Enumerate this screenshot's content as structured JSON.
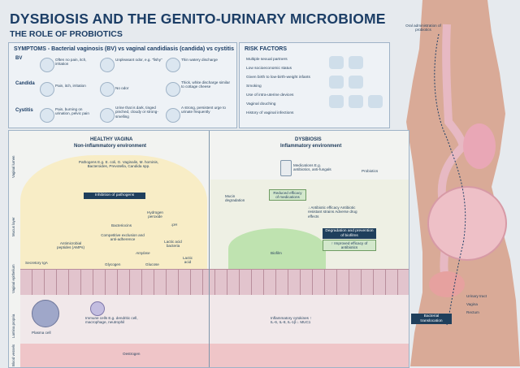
{
  "header": {
    "title": "DYSBIOSIS AND THE GENITO-URINARY MICROBIOME",
    "subtitle": "THE ROLE OF PROBIOTICS"
  },
  "symptoms": {
    "heading": "SYMPTOMS - Bacterial vaginosis (BV) vs vaginal candidiasis (candida) vs cystitis",
    "rows": [
      {
        "label": "BV",
        "cells": [
          "Often no pain, itch, irritation",
          "Unpleasant odor, e.g. \"fishy\"",
          "Thin watery discharge"
        ]
      },
      {
        "label": "Candida",
        "cells": [
          "Pain, itch, irritation",
          "No odor",
          "Thick, white discharge similar to cottage cheese"
        ]
      },
      {
        "label": "Cystitis",
        "cells": [
          "Pain, burning on urination, pelvic pain",
          "Urine that is dark, tinged pinched, cloudy or strong-smelling",
          "A strong, persistent urge to urinate frequently"
        ]
      }
    ]
  },
  "risk": {
    "heading": "RISK FACTORS",
    "items": [
      "Multiple sexual partners",
      "Low socioeconomic status",
      "Given birth to low-birth-weight infants",
      "Smoking",
      "Use of intra-uterine devices",
      "Vaginal douching",
      "History of vaginal infections"
    ]
  },
  "oral": {
    "label": "Oral administration of probiotics"
  },
  "healthy": {
    "title": "HEALTHY VAGINA",
    "subtitle": "Non-inflammatory environment",
    "pathogens": "Pathogens E.g. E. coli, G. Vaginalis, M. hominis, Bacteroides, Prevotella, Candida spp.",
    "inhibition": "Inhibition of pathogens",
    "hydrogen": "Hydrogen peroxide",
    "bacteriocins": "Bacteriocins",
    "ph": "↓pH",
    "competitive": "Competitive exclusion and anti-adherence",
    "lab": "Lactic acid bacteria",
    "amps": "Antimicrobial peptides (AMPs)",
    "amylase": "Amylase",
    "glycogen": "Glycogen",
    "glucose": "Glucose",
    "lactic": "Lactic acid",
    "iga": "Secretory IgA",
    "plasma": "Plasma cell",
    "immune": "Immune cells E.g. dendritic cell, macrophage, neutrophil",
    "oestrogen": "Oestrogen"
  },
  "dysbiosis": {
    "title": "DYSBIOSIS",
    "subtitle": "Inflammatory environment",
    "medications": "Medications E.g. antibiotics, anti-fungals",
    "probiotics": "Probiotics",
    "reduced": "Reduced efficacy of medications",
    "mucin": "Mucin degradation",
    "efficacy": "↓ Antibiotic efficacy Antibiotic resistant strains Adverse drug effects",
    "degradation": "Degradation and prevention of biofilms",
    "improved": "↑ Improved efficacy of antibiotics",
    "biofilm": "Biofilm",
    "cytokines": "Inflammatory cytokines ↑ IL-6, IL-8, IL-1β ↓ MUC1"
  },
  "layers": [
    "Vaginal lumen",
    "Mucus layer",
    "Vaginal epithelium",
    "Lamina propria",
    "Blood vessels"
  ],
  "anatomy": {
    "urinary": "Urinary tract",
    "vagina": "Vagina",
    "rectum": "Rectum",
    "translocation": "Bacterial translocation"
  }
}
